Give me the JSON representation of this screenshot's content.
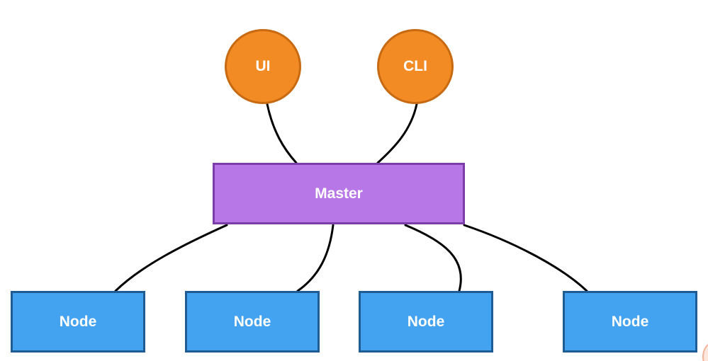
{
  "diagram": {
    "colors": {
      "client_fill": "#f28b23",
      "client_border": "#c86a12",
      "master_fill": "#b877e6",
      "master_border": "#7b3ea8",
      "node_fill": "#44a3f0",
      "node_border": "#1f5c93",
      "connector": "#000000"
    },
    "clients": [
      {
        "label": "UI"
      },
      {
        "label": "CLI"
      }
    ],
    "master": {
      "label": "Master"
    },
    "nodes": [
      {
        "label": "Node"
      },
      {
        "label": "Node"
      },
      {
        "label": "Node"
      },
      {
        "label": "Node"
      }
    ],
    "edges": [
      {
        "from": "UI",
        "to": "Master"
      },
      {
        "from": "CLI",
        "to": "Master"
      },
      {
        "from": "Master",
        "to": "Node 1"
      },
      {
        "from": "Master",
        "to": "Node 2"
      },
      {
        "from": "Master",
        "to": "Node 3"
      },
      {
        "from": "Master",
        "to": "Node 4"
      }
    ]
  }
}
